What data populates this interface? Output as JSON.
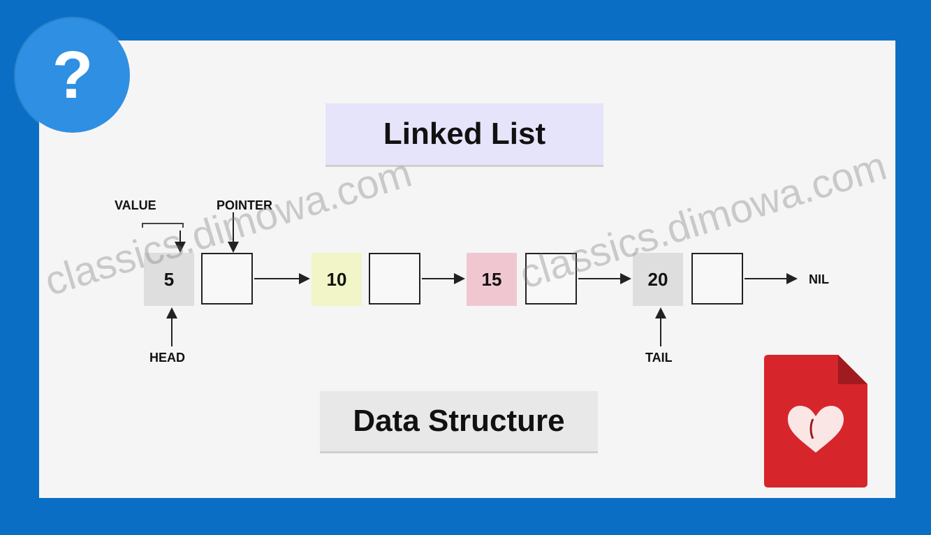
{
  "diagram": {
    "title": "Linked List",
    "subtitle": "Data Structure",
    "labels": {
      "value": "VALUE",
      "pointer": "POINTER",
      "head": "HEAD",
      "tail": "TAIL",
      "nil": "NIL"
    },
    "nodes": [
      {
        "value": "5",
        "color": "#dedede"
      },
      {
        "value": "10",
        "color": "#f1f5c7"
      },
      {
        "value": "15",
        "color": "#f0c7d1"
      },
      {
        "value": "20",
        "color": "#dedede"
      }
    ]
  },
  "badge": {
    "text": "?",
    "icon": "question-mark-icon"
  },
  "watermarks": [
    "classics.dimowa.com",
    "classics.dimowa.com"
  ],
  "colors": {
    "frame": "#0a6fc4",
    "badge": "#2f8fe2",
    "pdf_icon": "#d6262b"
  }
}
